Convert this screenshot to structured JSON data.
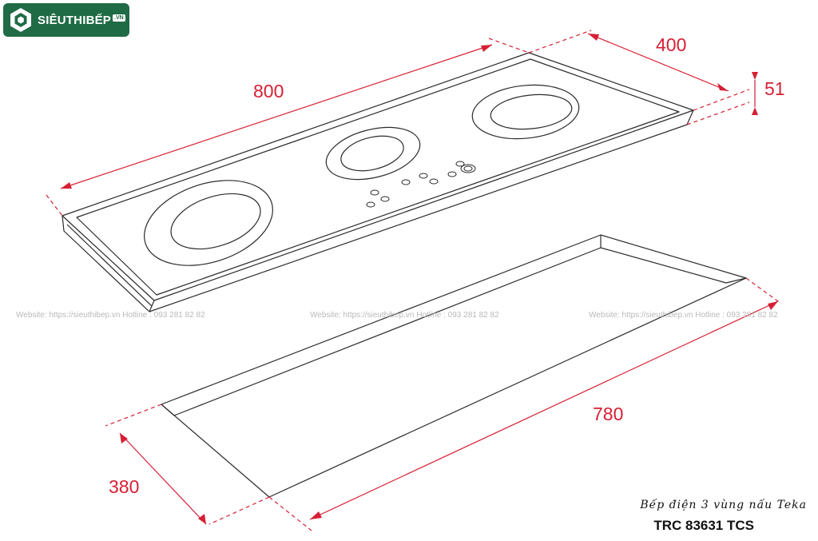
{
  "logo": {
    "brand": "SIÊUTHIBẾP",
    "suffix": ".VN"
  },
  "dimensions": {
    "hob_width": "800",
    "hob_depth": "400",
    "hob_height": "51",
    "cutout_width": "780",
    "cutout_depth": "380"
  },
  "watermark": {
    "left": "Website: https://sieuthibep.vn      Hotline : 093 281 82 82",
    "center": "Website: https://sieuthibep.vn Hotline : 093 281 82 82",
    "right": "Website: https://sieuthibep.vn Hotline : 093 281 82 82"
  },
  "caption": "Bếp điện 3 vùng nấu Teka",
  "model": "TRC 83631 TCS",
  "colors": {
    "dimension": "#d61f34",
    "outline": "#2b2b2b",
    "logo_bg": "#1f6b45"
  }
}
